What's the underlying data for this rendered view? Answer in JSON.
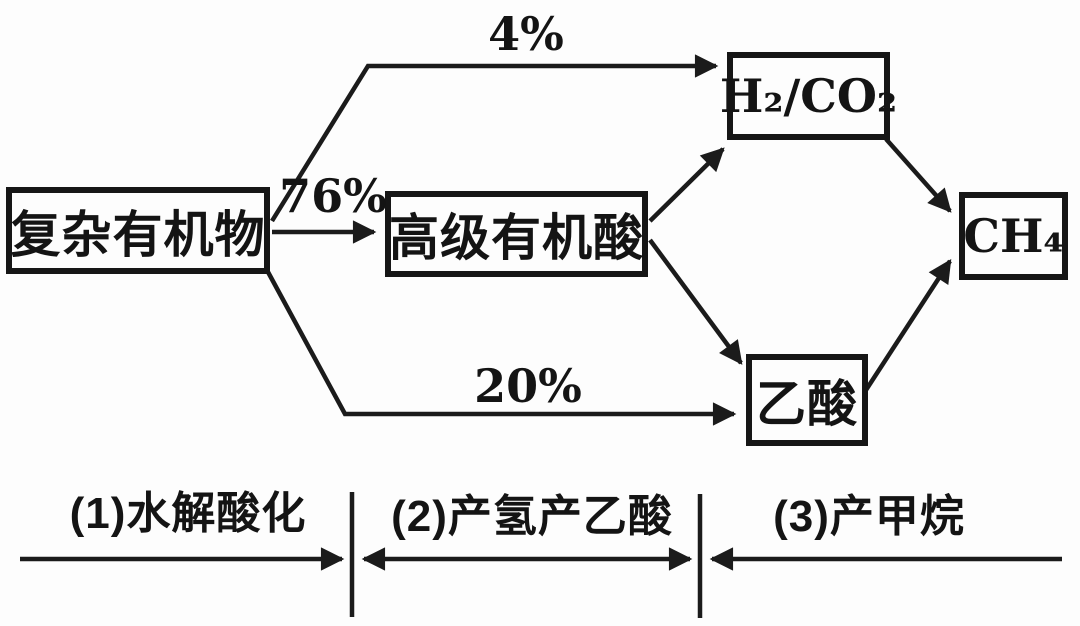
{
  "diagram": {
    "title_hint": "anaerobic-digestion-flow",
    "nodes": {
      "complex_organics": "复杂有机物",
      "higher_organic_acids": "高级有机酸",
      "h2_co2": "H₂/CO₂",
      "acetic_acid": "乙酸",
      "methane": "CH₄"
    },
    "flow_labels": {
      "to_h2co2_pct": "4%",
      "to_higher_acids_pct": "76%",
      "to_acetic_pct": "20%"
    },
    "stages": {
      "stage1": "(1)水解酸化",
      "stage2": "(2)产氢产乙酸",
      "stage3": "(3)产甲烷"
    },
    "colors": {
      "ink": "#1b1b1b",
      "background": "#fdfdfd"
    }
  }
}
